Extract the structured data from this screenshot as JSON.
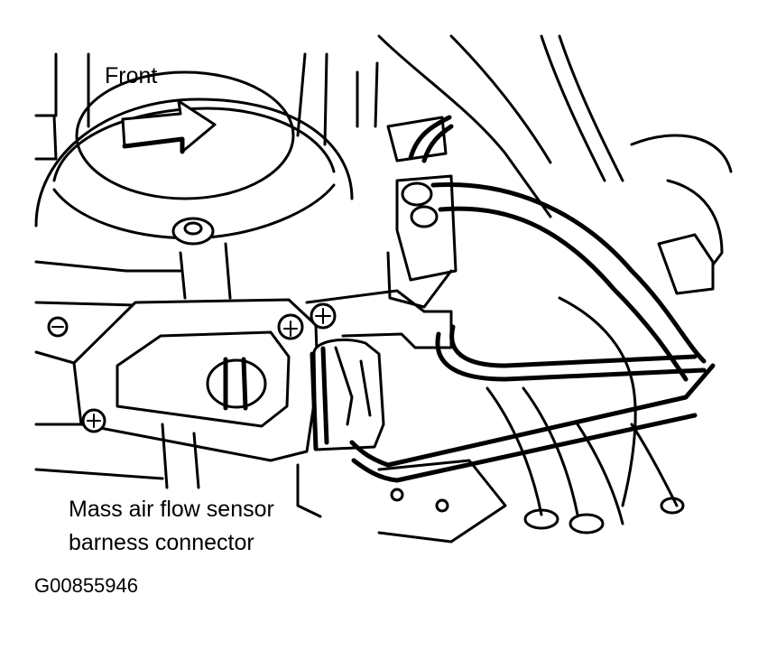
{
  "labels": {
    "front": "Front",
    "connector_line1": "Mass air flow sensor",
    "connector_line2": "barness connector",
    "figure_code": "G00855946"
  },
  "colors": {
    "ink": "#000000",
    "paper": "#ffffff"
  },
  "icons": {
    "direction_arrow": "right-arrow-icon",
    "screws": "phillips-screw-icon"
  }
}
